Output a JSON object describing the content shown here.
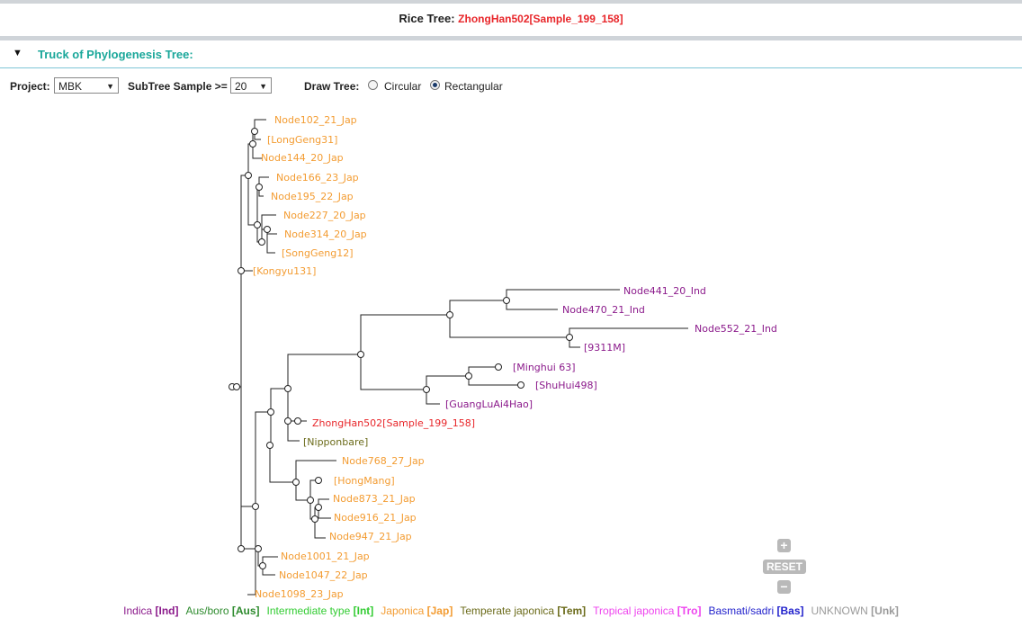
{
  "header": {
    "title_prefix": "Rice Tree:",
    "title_sample": "ZhongHan502[Sample_199_158]"
  },
  "section": {
    "label": "Truck of Phylogenesis Tree:"
  },
  "controls": {
    "project_label": "Project:",
    "project_value": "MBK",
    "subtree_label": "SubTree Sample >=",
    "subtree_value": "20",
    "draw_label": "Draw Tree:",
    "circular_label": "Circular",
    "rectangular_label": "Rectangular",
    "selected_mode": "Rectangular"
  },
  "colors": {
    "Ind": "#8b1a8b",
    "Aus": "#2e8b2e",
    "Int": "#33cc33",
    "Jap": "#f39c32",
    "Tem": "#6b6b1a",
    "Tro": "#ee44ee",
    "Bas": "#2222cc",
    "Unk": "#9a9a9a",
    "sample": "#e8262a",
    "accent": "#1aa79a"
  },
  "tree": {
    "leaves": [
      {
        "label": "Node102_21_Jap",
        "group": "Jap"
      },
      {
        "label": "[LongGeng31]",
        "group": "Jap"
      },
      {
        "label": "Node144_20_Jap",
        "group": "Jap"
      },
      {
        "label": "Node166_23_Jap",
        "group": "Jap"
      },
      {
        "label": "Node195_22_Jap",
        "group": "Jap"
      },
      {
        "label": "Node227_20_Jap",
        "group": "Jap"
      },
      {
        "label": "Node314_20_Jap",
        "group": "Jap"
      },
      {
        "label": "[SongGeng12]",
        "group": "Jap"
      },
      {
        "label": "[Kongyu131]",
        "group": "Jap"
      },
      {
        "label": "Node441_20_Ind",
        "group": "Ind"
      },
      {
        "label": "Node470_21_Ind",
        "group": "Ind"
      },
      {
        "label": "Node552_21_Ind",
        "group": "Ind"
      },
      {
        "label": "[9311M]",
        "group": "Ind"
      },
      {
        "label": "[Minghui 63]",
        "group": "Ind"
      },
      {
        "label": "[ShuHui498]",
        "group": "Ind"
      },
      {
        "label": "[GuangLuAi4Hao]",
        "group": "Ind"
      },
      {
        "label": "ZhongHan502[Sample_199_158]",
        "group": "sample"
      },
      {
        "label": "[Nipponbare]",
        "group": "Tem"
      },
      {
        "label": "Node768_27_Jap",
        "group": "Jap"
      },
      {
        "label": "[HongMang]",
        "group": "Jap"
      },
      {
        "label": "Node873_21_Jap",
        "group": "Jap"
      },
      {
        "label": "Node916_21_Jap",
        "group": "Jap"
      },
      {
        "label": "Node947_21_Jap",
        "group": "Jap"
      },
      {
        "label": "Node1001_21_Jap",
        "group": "Jap"
      },
      {
        "label": "Node1047_22_Jap",
        "group": "Jap"
      },
      {
        "label": "Node1098_23_Jap",
        "group": "Jap"
      }
    ]
  },
  "zoom": {
    "plus": "+",
    "reset": "RESET",
    "minus": "−"
  },
  "legend": [
    {
      "name": "Indica",
      "code": "Ind",
      "group": "Ind"
    },
    {
      "name": "Aus/boro",
      "code": "Aus",
      "group": "Aus"
    },
    {
      "name": "Intermediate type",
      "code": "Int",
      "group": "Int"
    },
    {
      "name": "Japonica",
      "code": "Jap",
      "group": "Jap"
    },
    {
      "name": "Temperate japonica",
      "code": "Tem",
      "group": "Tem"
    },
    {
      "name": "Tropical japonica",
      "code": "Tro",
      "group": "Tro"
    },
    {
      "name": "Basmati/sadri",
      "code": "Bas",
      "group": "Bas"
    },
    {
      "name": "UNKNOWN",
      "code": "Unk",
      "group": "Unk"
    }
  ]
}
